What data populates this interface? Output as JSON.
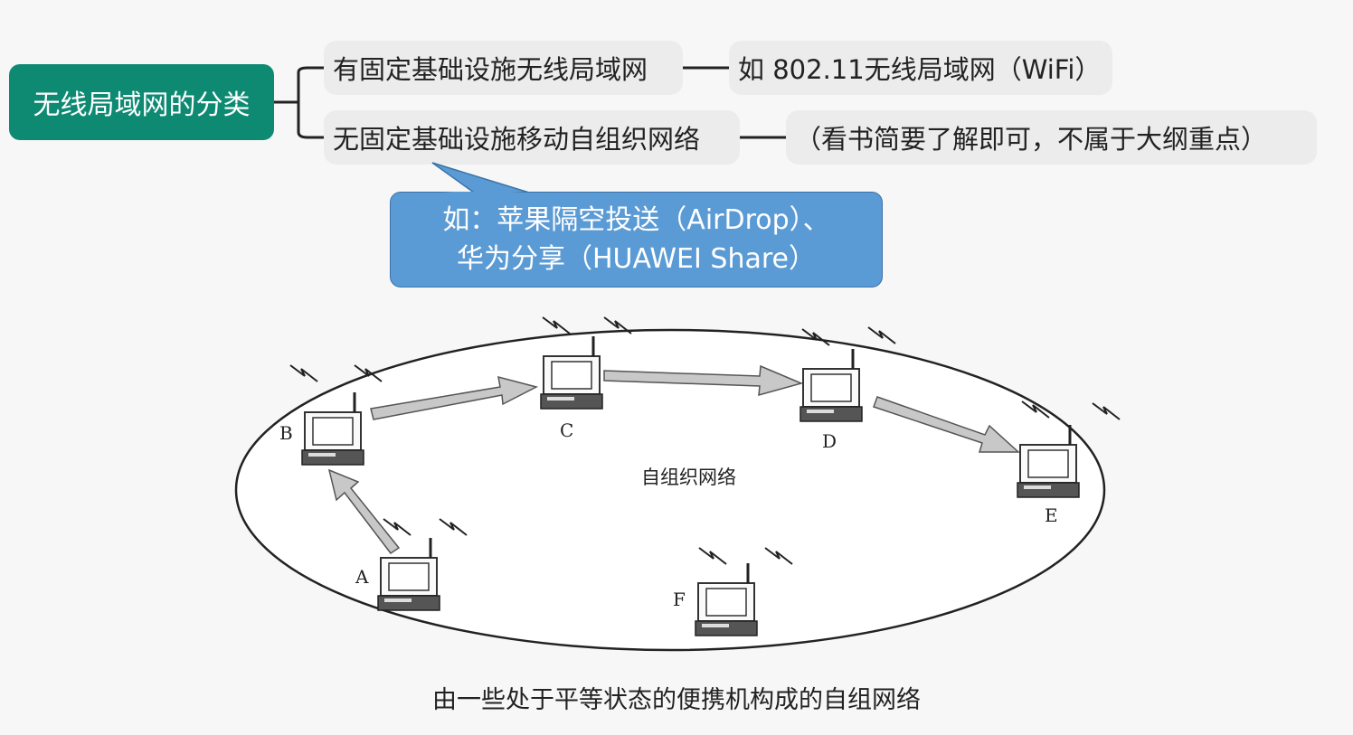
{
  "mindmap": {
    "root": "无线局域网的分类",
    "branches": [
      {
        "label": "有固定基础设施无线局域网",
        "note": "如 802.11无线局域网（WiFi）"
      },
      {
        "label": "无固定基础设施移动自组织网络",
        "note": "（看书简要了解即可，不属于大纲重点）"
      }
    ],
    "callout": {
      "line1": "如：苹果隔空投送（AirDrop）、",
      "line2": "华为分享（HUAWEI Share）"
    }
  },
  "diagram": {
    "center_label": "自组织网络",
    "nodes": {
      "A": "A",
      "B": "B",
      "C": "C",
      "D": "D",
      "E": "E",
      "F": "F"
    },
    "arrows": [
      [
        "A",
        "B"
      ],
      [
        "B",
        "C"
      ],
      [
        "C",
        "D"
      ],
      [
        "D",
        "E"
      ]
    ],
    "caption": "由一些处于平等状态的便携机构成的自组网络"
  },
  "colors": {
    "root_bg": "#0e8a73",
    "branch_bg": "#ececec",
    "callout_bg": "#5b9bd5",
    "arrow_fill": "#c8c8c8"
  },
  "icons": {
    "laptop": "laptop-with-antenna-icon"
  }
}
